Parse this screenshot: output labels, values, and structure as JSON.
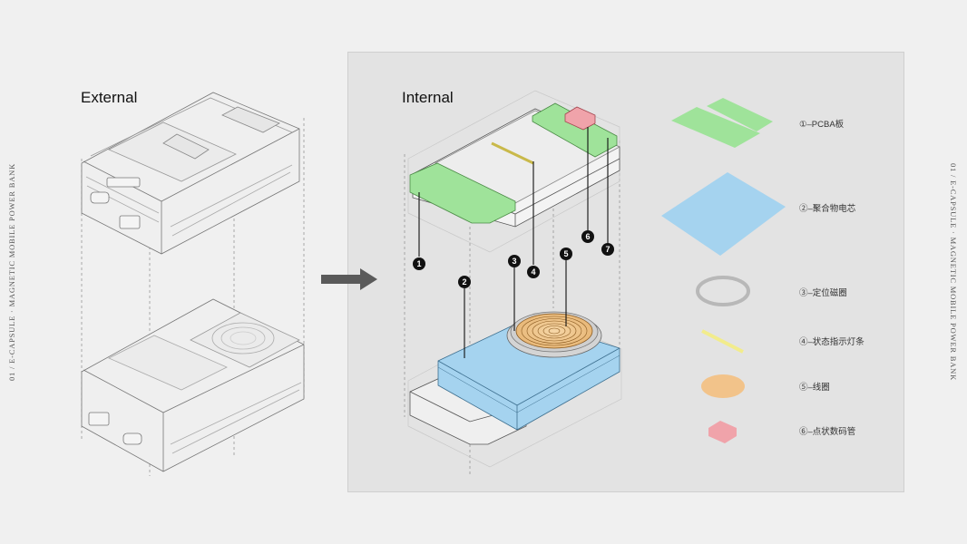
{
  "side_caption": "01 / E-CAPSULE · MAGNETIC MOBILE POWER BANK",
  "external_label": "External",
  "internal_label": "Internal",
  "callouts": [
    "1",
    "2",
    "3",
    "4",
    "5",
    "6",
    "7"
  ],
  "legend": [
    {
      "label": "①–PCBA板",
      "color": "#9fe39a"
    },
    {
      "label": "②–聚合物电芯",
      "color": "#a5d3ef"
    },
    {
      "label": "③–定位磁圈",
      "color": "#b8b8b8"
    },
    {
      "label": "④–状态指示灯条",
      "color": "#f2ec8c"
    },
    {
      "label": "⑤–线圈",
      "color": "#f2c38a"
    },
    {
      "label": "⑥–点状数码管",
      "color": "#f0a3aa"
    }
  ],
  "colors": {
    "background": "#f0f0f0",
    "panel": "#e3e3e3",
    "arrow": "#5a5a5a"
  }
}
